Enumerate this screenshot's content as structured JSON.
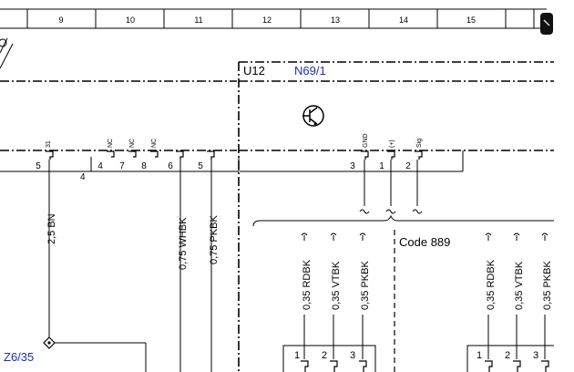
{
  "ruler": {
    "columns": [
      "9",
      "10",
      "11",
      "12",
      "13",
      "14",
      "15"
    ]
  },
  "module": {
    "id": "U12",
    "part": "N69/1",
    "code": "Code 889"
  },
  "connector_left": {
    "id": "4",
    "pins": [
      {
        "num": "5",
        "label": "31",
        "wire": "2,5 BN"
      },
      {
        "num": "4",
        "label": "NC"
      },
      {
        "num": "7",
        "label": "NC"
      },
      {
        "num": "8",
        "label": "NC"
      },
      {
        "num": "6",
        "label": "",
        "wire": "0,75 WHBK"
      },
      {
        "num": "5",
        "label": "",
        "wire": "0,75 PKBK"
      }
    ]
  },
  "connector_right": {
    "pins": [
      {
        "num": "3",
        "label": "GND"
      },
      {
        "num": "1",
        "label": "(+)"
      },
      {
        "num": "2",
        "label": "Sig"
      }
    ]
  },
  "lower_left_group": {
    "wires": [
      "0,35 RDBK",
      "0,35 VTBK",
      "0,35 PKBK"
    ],
    "pins": [
      "1",
      "2",
      "3"
    ]
  },
  "lower_right_group": {
    "wires": [
      "0,35 RDBK",
      "0,35 VTBK",
      "0,35 PKBK"
    ],
    "pins": [
      "1",
      "2",
      "3"
    ]
  },
  "ground_ref": "Z6/35",
  "colors": {
    "ink": "#000000",
    "blue_text": "#1b2fb8"
  }
}
